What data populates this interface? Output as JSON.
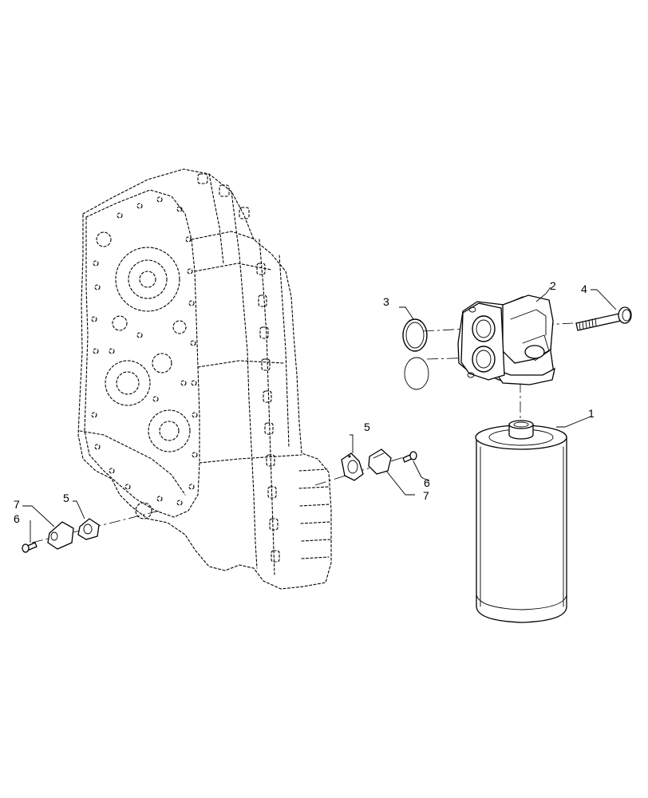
{
  "callouts": [
    {
      "id": "c1",
      "text": "1"
    },
    {
      "id": "c2",
      "text": "2"
    },
    {
      "id": "c3",
      "text": "3"
    },
    {
      "id": "c4",
      "text": "4"
    },
    {
      "id": "c5a",
      "text": "5"
    },
    {
      "id": "c5b",
      "text": "5"
    },
    {
      "id": "c6a",
      "text": "6"
    },
    {
      "id": "c6b",
      "text": "6"
    },
    {
      "id": "c7a",
      "text": "7"
    },
    {
      "id": "c7b",
      "text": "7"
    }
  ]
}
